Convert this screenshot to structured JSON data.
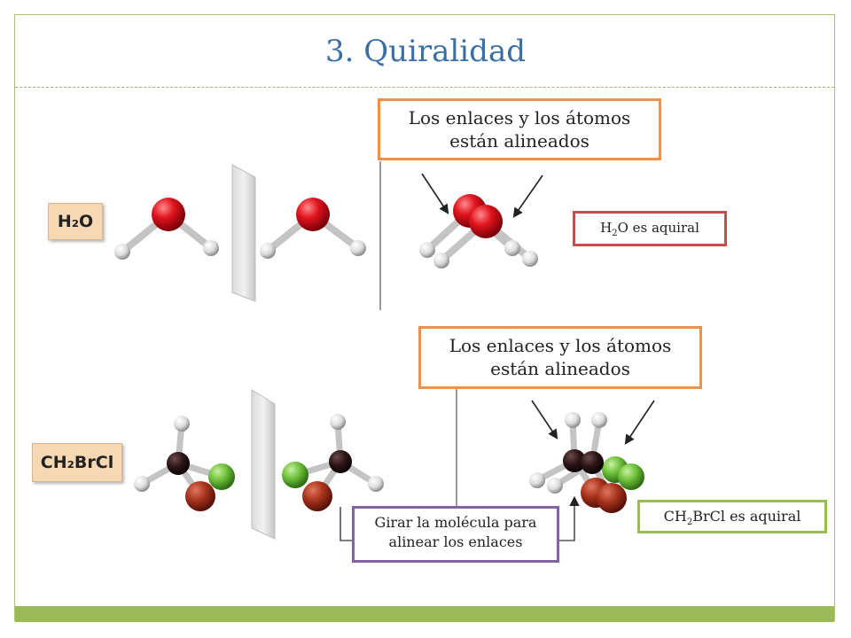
{
  "slide": {
    "title": "3. Quiralidad"
  },
  "row_h2o": {
    "formula": "H₂O",
    "callout_aligned": {
      "line1": "Los enlaces y los átomos",
      "line2": "están alineados"
    },
    "result_prefix": "H",
    "result_sub": "2",
    "result_suffix": "O es aquiral"
  },
  "row_ch2brcl": {
    "formula": "CH₂BrCl",
    "callout_aligned": {
      "line1": "Los enlaces y los átomos",
      "line2": "están alineados"
    },
    "rotate_note": {
      "line1": "Girar la molécula para",
      "line2": "alinear los enlaces"
    },
    "result_prefix": "CH",
    "result_sub": "2",
    "result_suffix": "BrCl es aquiral"
  },
  "colors": {
    "title": "#3a6fa6",
    "oxygen": "#e0141e",
    "hydrogen": "#e8e8e8",
    "carbon": "#2b1416",
    "bromine": "#a8321c",
    "chlorine": "#6cbf3a",
    "accent_green": "#9bbb59",
    "callout_orange": "#f0904a",
    "callout_red": "#c0504d",
    "callout_purple": "#8064a2"
  }
}
